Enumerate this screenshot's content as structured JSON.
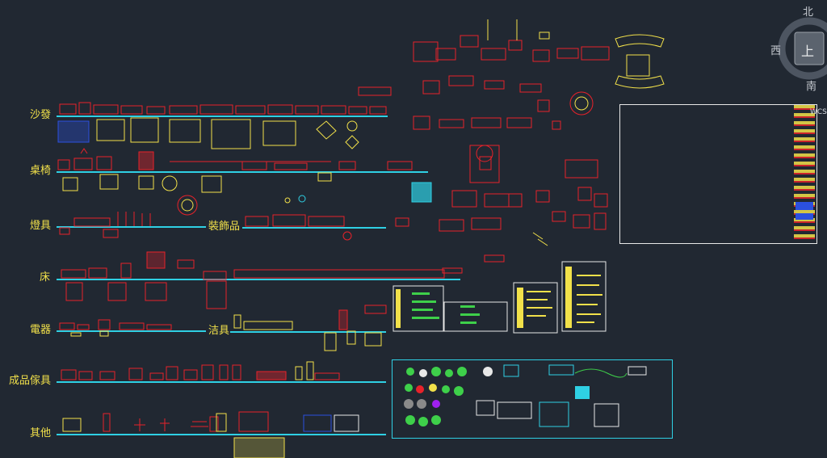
{
  "categories": {
    "sofa": "沙發",
    "table_chair": "桌椅",
    "lamp": "燈具",
    "decoration": "裝飾品",
    "bed": "床",
    "appliance": "電器",
    "sanitary": "洁具",
    "furniture": "成品傢具",
    "other": "其他"
  },
  "viewcube": {
    "north": "北",
    "west": "西",
    "south": "南",
    "top_face": "上",
    "wcs": "WCS"
  },
  "colors": {
    "background": "#212832",
    "category_label": "#f2e14a",
    "baseline": "#2fd0e4",
    "block_red": "#e8222a",
    "block_yellow": "#f2e14a",
    "block_green": "#3ed04a",
    "block_blue": "#2b50e0"
  }
}
